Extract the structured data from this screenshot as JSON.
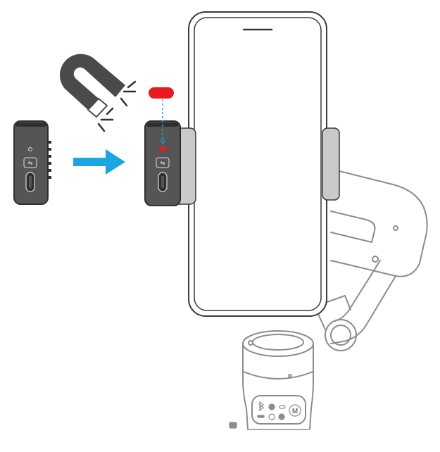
{
  "colors": {
    "outline": "#3a3a3a",
    "device_body": "#555555",
    "device_dark": "#2f2f2f",
    "grip_pad": "#c9c9c9",
    "magnet_body": "#4a4a4a",
    "magnet_tip": "#ffffff",
    "indicator_red": "#e8191f",
    "arrow_blue": "#1aa6e0",
    "gimbal_outline": "#8c8c8c"
  },
  "illustration": {
    "subjects": [
      "magnetic-phone-clamp",
      "magnet",
      "smartphone",
      "handheld-gimbal"
    ],
    "action": "attach-clamp-to-phone",
    "indicator": "red-light-on-clamp",
    "icons": [
      "bluetooth-icon",
      "joystick-icon",
      "mode-icon",
      "m-button-icon",
      "shutter-icon",
      "power-icon"
    ]
  },
  "labels": {
    "gimbal_m_button": "M"
  }
}
